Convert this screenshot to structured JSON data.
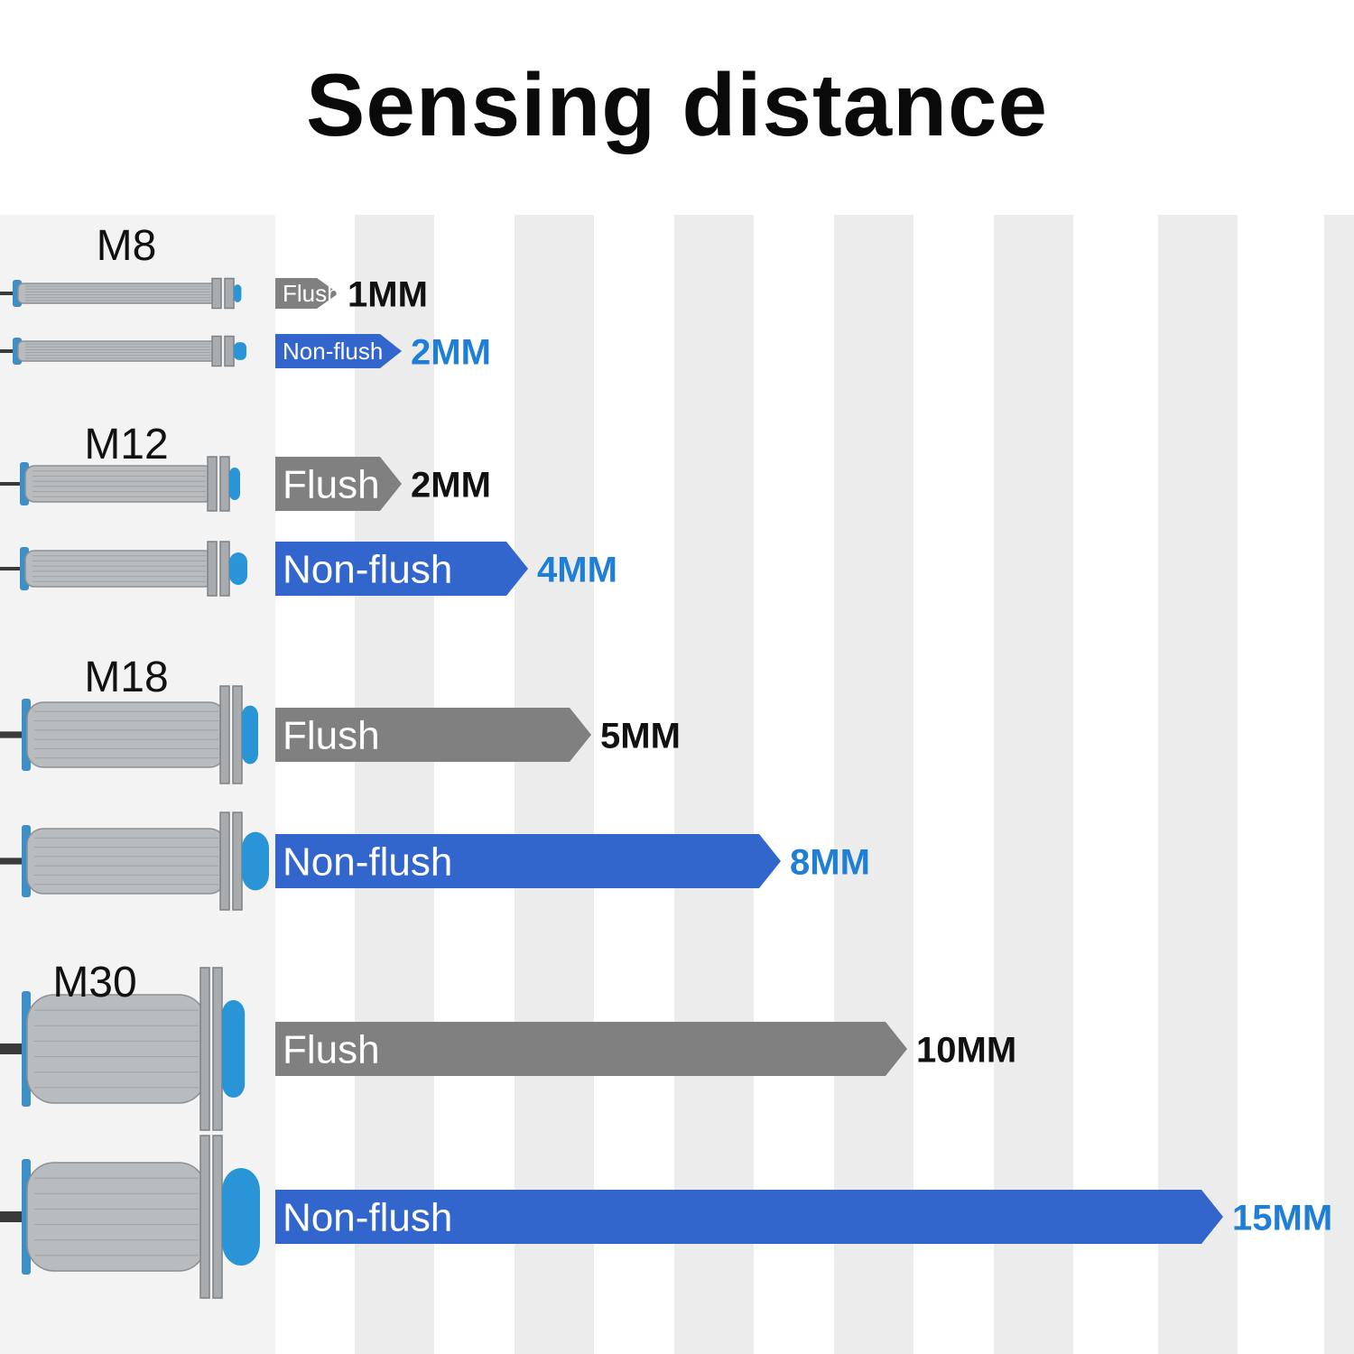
{
  "title": "Sensing distance",
  "colors": {
    "flush": "#808080",
    "non_flush": "#3366cc",
    "non_flush_text": "#1f7fd6",
    "flush_text": "#111111",
    "stripe": "#ececec",
    "sensor_cap": "#2a95d6",
    "sensor_body": "#b9bcbe"
  },
  "chart_data": {
    "type": "bar",
    "orientation": "horizontal",
    "title": "Sensing distance",
    "xlim": [
      0,
      15
    ],
    "grid": true,
    "groups": [
      {
        "name": "M8",
        "icon": "m8-sensor-icon",
        "bars": [
          {
            "type": "Flush",
            "value": 1,
            "label": "1MM"
          },
          {
            "type": "Non-flush",
            "value": 2,
            "label": "2MM"
          }
        ]
      },
      {
        "name": "M12",
        "icon": "m12-sensor-icon",
        "bars": [
          {
            "type": "Flush",
            "value": 2,
            "label": "2MM"
          },
          {
            "type": "Non-flush",
            "value": 4,
            "label": "4MM"
          }
        ]
      },
      {
        "name": "M18",
        "icon": "m18-sensor-icon",
        "bars": [
          {
            "type": "Flush",
            "value": 5,
            "label": "5MM"
          },
          {
            "type": "Non-flush",
            "value": 8,
            "label": "8MM"
          }
        ]
      },
      {
        "name": "M30",
        "icon": "m30-sensor-icon",
        "bars": [
          {
            "type": "Flush",
            "value": 10,
            "label": "10MM"
          },
          {
            "type": "Non-flush",
            "value": 15,
            "label": "15MM"
          }
        ]
      }
    ]
  }
}
